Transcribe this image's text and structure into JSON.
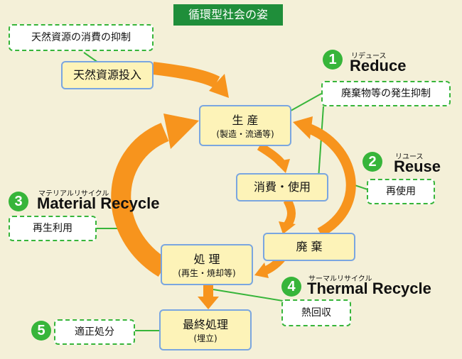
{
  "title": "循環型社会の姿",
  "nodes": {
    "natural_resources_input": {
      "label": "天然資源投入"
    },
    "production": {
      "label": "生 産",
      "sub": "(製造・流通等)"
    },
    "consumption": {
      "label": "消費・使用"
    },
    "disposal": {
      "label": "廃 棄"
    },
    "treatment": {
      "label": "処 理",
      "sub": "(再生・焼却等)"
    },
    "final_disposal": {
      "label": "最終処理",
      "sub": "(埋立)"
    }
  },
  "notes": {
    "suppress_natural_resources": "天然資源の消費の抑制",
    "suppress_waste": "廃棄物等の発生抑制",
    "reuse": "再使用",
    "material_recycle": "再生利用",
    "thermal_recycle": "熱回収",
    "proper_disposal": "適正処分"
  },
  "principles": [
    {
      "number": "1",
      "reading": "リデュース",
      "name": "Reduce"
    },
    {
      "number": "2",
      "reading": "リユース",
      "name": "Reuse"
    },
    {
      "number": "3",
      "reading": "マテリアルリサイクル",
      "name": "Material Recycle"
    },
    {
      "number": "4",
      "reading": "サーマルリサイクル",
      "name": "Thermal Recycle"
    },
    {
      "number": "5",
      "reading": "",
      "name": ""
    }
  ],
  "colors": {
    "arrow_orange": "#f7941d",
    "box_fill": "#fdf3b8",
    "box_border": "#7aa6e0",
    "green": "#37b53a",
    "title_bg": "#1f8e3a",
    "background": "#f4f0d8"
  }
}
